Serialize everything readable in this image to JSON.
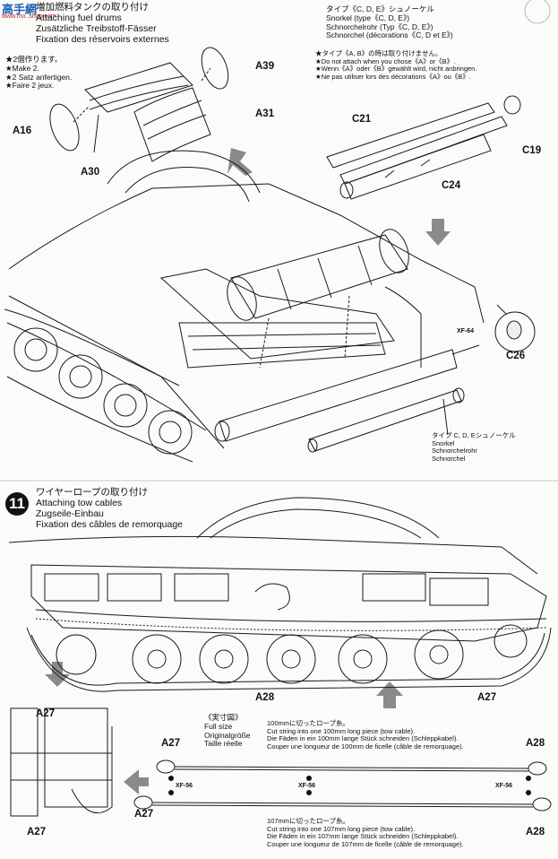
{
  "watermark": {
    "logo": "高手網",
    "url": "www.mo..shop.com"
  },
  "step10": {
    "heading": [
      "増加燃料タンクの取り付け",
      "Attaching fuel drums",
      "Zusätzliche Treibstoff-Fässer",
      "Fixation des réservoirs externes"
    ],
    "make2": [
      "★2個作ります。",
      "★Make 2.",
      "★2 Satz anfertigen.",
      "★Faire 2 jeux."
    ],
    "parts": {
      "a39": "A39",
      "a31": "A31",
      "a16": "A16",
      "a30": "A30",
      "c21": "C21",
      "c19": "C19",
      "c24": "C24",
      "c26": "C26",
      "xf64": "XF-64"
    },
    "snorkel_heading": [
      "タイプ《C, D, E》シュノーケル",
      "Snorkel (type《C, D, E》)",
      "Schnorchelrohr (Typ《C, D, E》)",
      "Schnorchel (décorations《C, D et E》)"
    ],
    "snorkel_notes": [
      "★タイプ《A, B》の時は取り付けません。",
      "★Do not attach when you chose《A》or《B》.",
      "★Wenn《A》oder《B》gewählt wird, nicht anbringen.",
      "★Ne pas utiliser lors des décorations《A》ou《B》."
    ],
    "snorkel_label": [
      "タイプ C, D, Eシュノーケル",
      "Snorkel",
      "Schnorchelrohr",
      "Schnorchel"
    ]
  },
  "step11": {
    "number": "11",
    "heading": [
      "ワイヤーロープの取り付け",
      "Attaching tow cables",
      "Zugseile-Einbau",
      "Fixation des câbles de remorquage"
    ],
    "parts": {
      "a28_top": "A28",
      "a27_top": "A27",
      "a27_left": "A27",
      "a27_bottom": "A27",
      "a27_c1": "A27",
      "a27_c2": "A27",
      "a28_c1": "A28",
      "a28_c2": "A28",
      "xf56_a": "XF-56",
      "xf56_b": "XF-56",
      "xf56_c": "XF-56"
    },
    "fullsize": [
      "《実寸図》",
      "Full size",
      "Originalgröße",
      "Taille réelle"
    ],
    "cable100": [
      "100mmに切ったロープ糸。",
      "Cut string into one 100mm long piece (tow cable).",
      "Die Fäden in ein 100mm lange Stück schneiden (Schleppkabel).",
      "Couper une longueur de 100mm de ficelle (câble de remorquage)."
    ],
    "cable107": [
      "107mmに切ったロープ糸。",
      "Cut string into one 107mm long piece (tow cable).",
      "Die Fäden in ein 107mm lange Stück schneiden (Schleppkabel).",
      "Couper une longueur de 107mm de ficelle (câble de remorquage)."
    ]
  }
}
